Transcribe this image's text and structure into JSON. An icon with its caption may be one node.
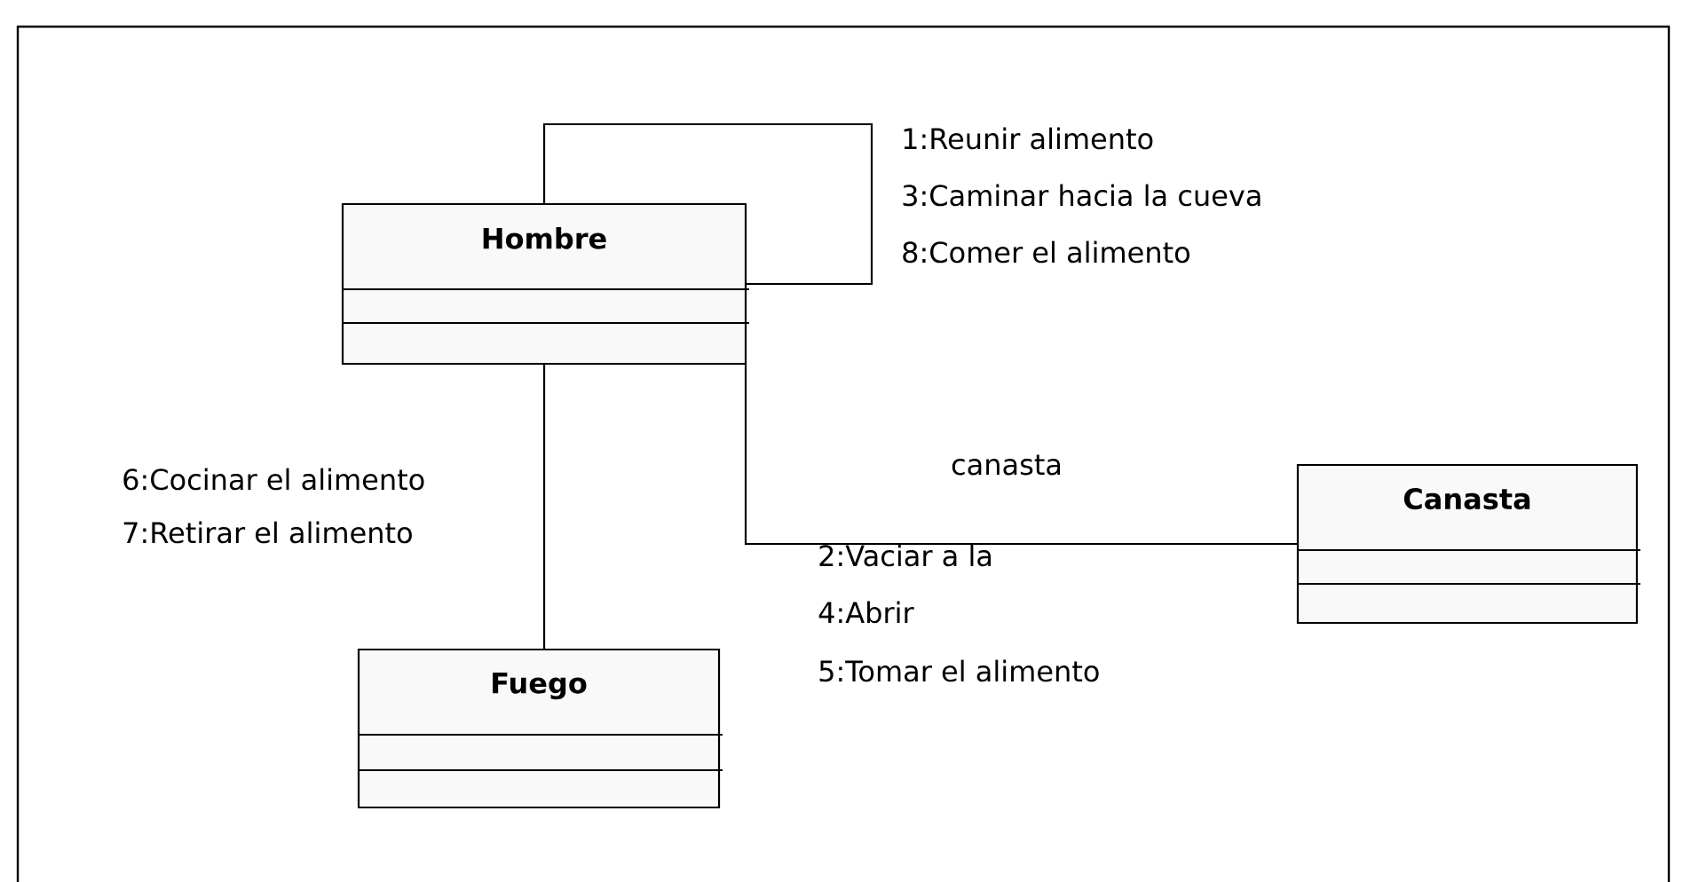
{
  "diagram": {
    "nodes": [
      {
        "text": [
          "Hombre"
        ]
      },
      {
        "text": [
          "Fuego"
        ]
      },
      {
        "text": [
          "Canasta"
        ]
      }
    ],
    "edges": [
      {
        "from": 0,
        "to": 0,
        "arrow": "none"
      },
      {
        "from": 0,
        "to": 1,
        "arrow": "none"
      },
      {
        "from": 0,
        "to": 2,
        "arrow": "none",
        "label": "canasta"
      }
    ],
    "labels": [
      "1:Reunir alimento",
      "3:Caminar hacia la cueva",
      "8:Comer el alimento",
      "6:Cocinar el alimento",
      "7:Retirar el alimento",
      "2:Vaciar a la",
      "4:Abrir",
      "5:Tomar el alimento"
    ]
  }
}
